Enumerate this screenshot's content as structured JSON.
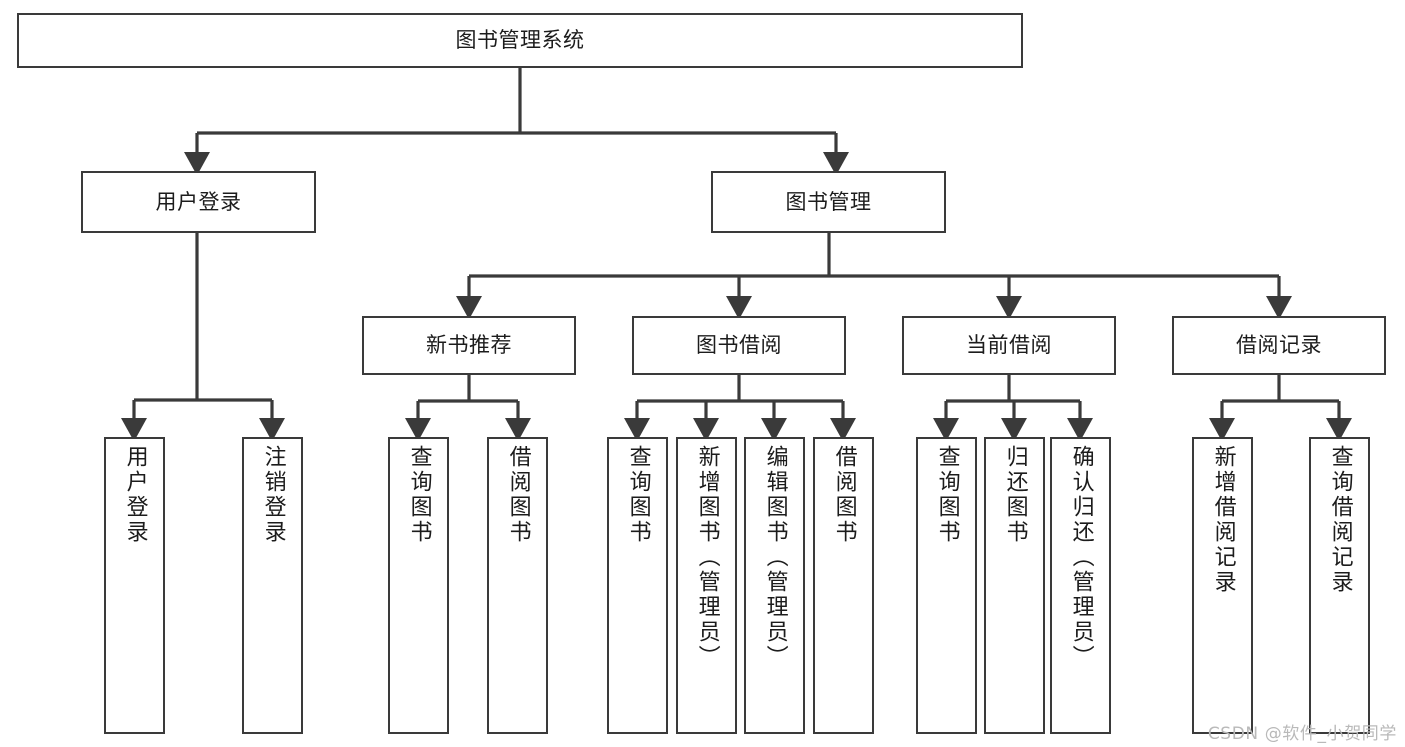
{
  "diagram": {
    "type": "tree",
    "title": "图书管理系统",
    "orientation": "top-down",
    "colors": {
      "box_border": "#3a3a3a",
      "box_fill": "#ffffff",
      "connector": "#3a3a3a",
      "text": "#1c1c1c",
      "watermark": "#b9b9b9"
    },
    "nodes": {
      "root": {
        "label": "图书管理系统",
        "level": 1,
        "text_direction": "horizontal"
      },
      "level2": [
        {
          "id": "user-login",
          "label": "用户登录",
          "text_direction": "horizontal"
        },
        {
          "id": "book-manage",
          "label": "图书管理",
          "text_direction": "horizontal"
        }
      ],
      "level3": [
        {
          "id": "new-book-recommend",
          "label": "新书推荐",
          "text_direction": "horizontal"
        },
        {
          "id": "book-borrow",
          "label": "图书借阅",
          "text_direction": "horizontal"
        },
        {
          "id": "current-borrow",
          "label": "当前借阅",
          "text_direction": "horizontal"
        },
        {
          "id": "borrow-record",
          "label": "借阅记录",
          "text_direction": "horizontal"
        }
      ],
      "leaves": [
        {
          "id": "leaf-user-login",
          "parent": "user-login",
          "label": "用户登录",
          "text_direction": "vertical"
        },
        {
          "id": "leaf-user-logout",
          "parent": "user-login",
          "label": "注销登录",
          "text_direction": "vertical"
        },
        {
          "id": "leaf-query-book-recommend",
          "parent": "new-book-recommend",
          "label": "查询图书",
          "text_direction": "vertical"
        },
        {
          "id": "leaf-borrow-book-recommend",
          "parent": "new-book-recommend",
          "label": "借阅图书",
          "text_direction": "vertical"
        },
        {
          "id": "leaf-query-book-borrow",
          "parent": "book-borrow",
          "label": "查询图书",
          "text_direction": "vertical"
        },
        {
          "id": "leaf-add-book",
          "parent": "book-borrow",
          "label": "新增图书（管理员）",
          "text_direction": "vertical"
        },
        {
          "id": "leaf-edit-book",
          "parent": "book-borrow",
          "label": "编辑图书（管理员）",
          "text_direction": "vertical"
        },
        {
          "id": "leaf-borrow-book",
          "parent": "book-borrow",
          "label": "借阅图书",
          "text_direction": "vertical"
        },
        {
          "id": "leaf-query-book-current",
          "parent": "current-borrow",
          "label": "查询图书",
          "text_direction": "vertical"
        },
        {
          "id": "leaf-return-book",
          "parent": "current-borrow",
          "label": "归还图书",
          "text_direction": "vertical"
        },
        {
          "id": "leaf-confirm-return",
          "parent": "current-borrow",
          "label": "确认归还（管理员）",
          "text_direction": "vertical"
        },
        {
          "id": "leaf-add-borrow-record",
          "parent": "borrow-record",
          "label": "新增借阅记录",
          "text_direction": "vertical"
        },
        {
          "id": "leaf-query-borrow-record",
          "parent": "borrow-record",
          "label": "查询借阅记录",
          "text_direction": "vertical"
        }
      ]
    },
    "watermark": "CSDN @软件_小贺同学"
  }
}
